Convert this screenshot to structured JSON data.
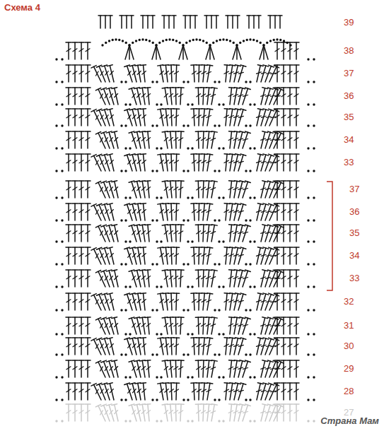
{
  "diagram": {
    "title": "Схема 4",
    "labels": [
      "39",
      "38",
      "37",
      "36",
      "35",
      "34",
      "33",
      "37",
      "36",
      "35",
      "34",
      "33",
      "32",
      "31",
      "30",
      "29",
      "28",
      "27",
      "Страна Мам"
    ]
  }
}
